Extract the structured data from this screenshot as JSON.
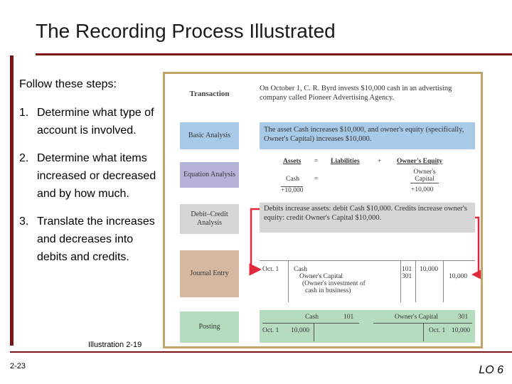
{
  "slide": {
    "title": "The Recording Process Illustrated",
    "intro": "Follow these steps:",
    "steps": [
      {
        "num": "1.",
        "text": "Determine what type of account is involved."
      },
      {
        "num": "2.",
        "text": "Determine what items increased or decreased and by how much."
      },
      {
        "num": "3.",
        "text": "Translate the increases and decreases into debits and credits."
      }
    ],
    "caption": "Illustration 2-19",
    "slide_number": "2-23",
    "learning_objective": "LO 6"
  },
  "illustration": {
    "labels": {
      "transaction": "Transaction",
      "basic_analysis": "Basic Analysis",
      "equation_analysis": "Equation Analysis",
      "debit_credit_analysis": "Debit–Credit Analysis",
      "journal_entry": "Journal Entry",
      "posting": "Posting"
    },
    "transaction_text": "On October 1, C. R. Byrd invests $10,000 cash in an advertising company called Pioneer Advertising Agency.",
    "basic_text": "The asset Cash increases $10,000, and owner's equity (specifically, Owner's Capital) increases $10,000.",
    "equation": {
      "assets": "Assets",
      "equals": "=",
      "liabilities": "Liabilities",
      "plus": "+",
      "owners_equity": "Owner's Equity",
      "cash": "Cash",
      "equals2": "=",
      "owners_capital": "Owner's Capital",
      "cash_amount": "+10,000",
      "capital_amount": "+10,000"
    },
    "debit_credit_text": "Debits increase assets: debit Cash $10,000. Credits increase owner's equity: credit Owner's Capital $10,000.",
    "journal": {
      "date": "Oct. 1",
      "debit_account": "Cash",
      "credit_account": "Owner's Capital",
      "explanation_line1": "(Owner's investment of",
      "explanation_line2": "cash in business)",
      "ref_debit": "101",
      "ref_credit": "301",
      "debit_amount": "10,000",
      "credit_amount": "10,000"
    },
    "posting": {
      "cash_title": "Cash",
      "cash_number": "101",
      "cash_date": "Oct. 1",
      "cash_amount": "10,000",
      "capital_title": "Owner's Capital",
      "capital_number": "301",
      "capital_date": "Oct. 1",
      "capital_amount": "10,000"
    },
    "colors": {
      "arrow": "#e0293a",
      "border": "#c2a469",
      "accent": "#7b1416"
    }
  }
}
